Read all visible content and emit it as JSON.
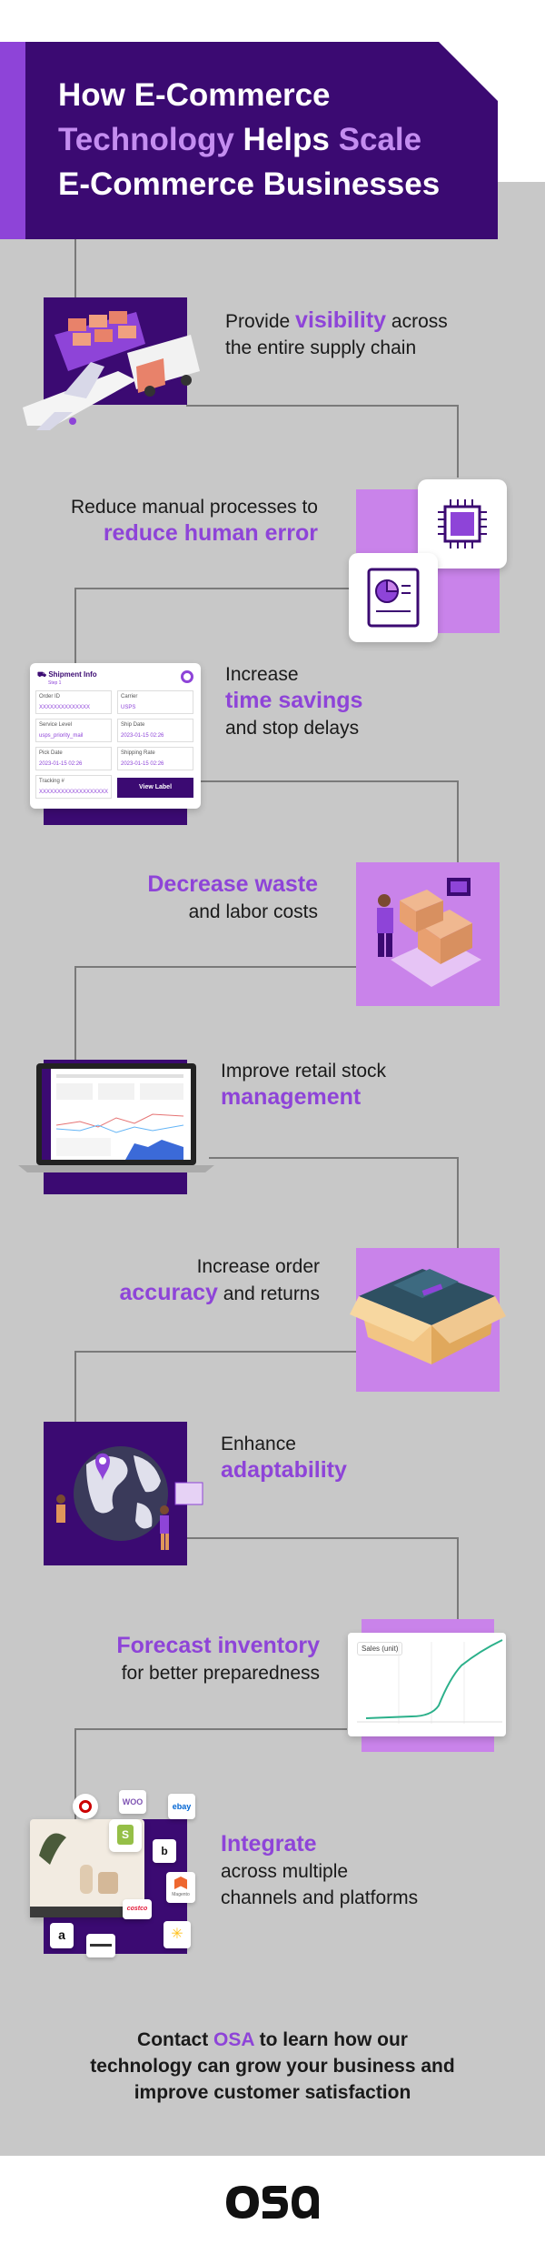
{
  "header": {
    "line1": "How E-Commerce",
    "line2a": "Technology",
    "line2b": "Helps",
    "line2c": "Scale",
    "line3": "E-Commerce Businesses"
  },
  "items": [
    {
      "pre": "Provide ",
      "accent": "visibility",
      "post": " across",
      "post2": "the entire supply chain",
      "icon": "cargo-ship-plane-truck-icon"
    },
    {
      "pre": "Reduce manual processes to",
      "accent": "reduce human error",
      "icon": "chip-and-report-icon"
    },
    {
      "pre": "Increase",
      "accent": "time savings",
      "post": "and stop delays",
      "icon": "shipment-form-icon"
    },
    {
      "accent": "Decrease waste",
      "post": "and labor costs",
      "icon": "warehouse-worker-icon"
    },
    {
      "pre": "Improve retail stock",
      "accent": "management",
      "icon": "laptop-dashboard-icon"
    },
    {
      "pre": "Increase order",
      "accent": "accuracy",
      "post": " and returns",
      "icon": "open-box-icon"
    },
    {
      "pre": "Enhance",
      "accent": "adaptability",
      "icon": "globe-icon"
    },
    {
      "accent": "Forecast inventory",
      "post": "for better preparedness",
      "icon": "sales-chart-icon"
    },
    {
      "accent": "Integrate",
      "post": "across multiple",
      "post2": "channels and platforms",
      "icon": "channels-icon"
    }
  ],
  "shipment_form": {
    "title": "Shipment Info",
    "subtitle": "Step 1",
    "fields": [
      "Order ID",
      "Carrier",
      "Service Level",
      "Ship Date",
      "Pick Date",
      "Shipping Rate",
      "Tracking #"
    ],
    "values": [
      "XXXXXXXXXXXXXX",
      "USPS",
      "usps_priority_mail",
      "2023-01-15 02:26",
      "2023-01-15 02:26",
      "2023-01-15 02:26",
      "XXXXXXXXXXXXXXXXXXX"
    ],
    "button": "View Label"
  },
  "sales_chart": {
    "label": "Sales (unit)"
  },
  "channels": {
    "labels": [
      "WOO",
      "ebay",
      "Magento",
      "costco",
      "Walmart",
      "a",
      "b"
    ]
  },
  "contact": {
    "line1a": "Contact ",
    "osa": "OSA",
    "line1b": " to learn how our",
    "line2": "technology can grow your business and",
    "line3": "improve customer satisfaction"
  },
  "logo": {
    "text": "osa"
  },
  "colors": {
    "purple_dark": "#3b0a72",
    "purple_accent": "#8e44d8",
    "lilac": "#c983ea",
    "background": "#c8c8c8"
  }
}
